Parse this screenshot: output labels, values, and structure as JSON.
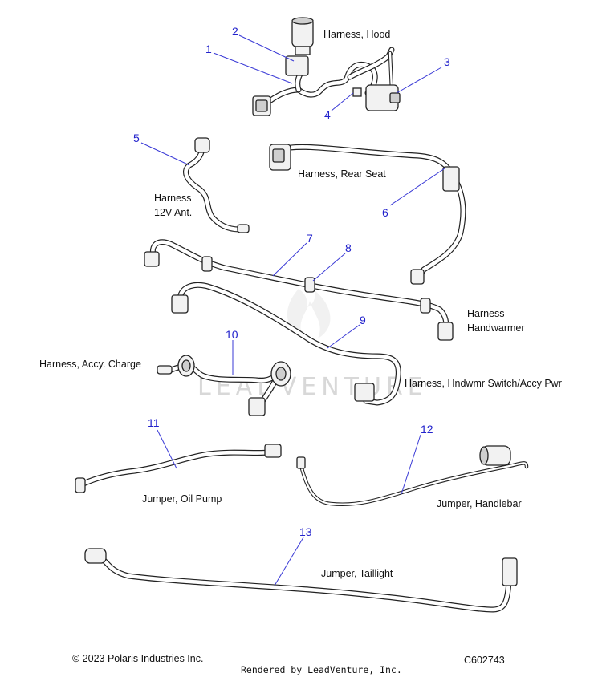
{
  "callouts": [
    "1",
    "2",
    "3",
    "4",
    "5",
    "6",
    "7",
    "8",
    "9",
    "10",
    "11",
    "12",
    "13"
  ],
  "labels": {
    "harness_hood": "Harness, Hood",
    "harness_12v_line1": "Harness",
    "harness_12v_line2": "12V Ant.",
    "harness_rear_seat": "Harness, Rear Seat",
    "harness_handwarmer_line1": "Harness",
    "harness_handwarmer_line2": "Handwarmer",
    "harness_accy_charge": "Harness, Accy. Charge",
    "harness_hndwmr_switch": "Harness, Hndwmr Switch/Accy Pwr",
    "jumper_oil_pump": "Jumper, Oil Pump",
    "jumper_handlebar": "Jumper, Handlebar",
    "jumper_taillight": "Jumper, Taillight"
  },
  "watermark": "LEADVENTURE",
  "footer": {
    "copyright": "© 2023 Polaris Industries Inc.",
    "rendered_by": "Rendered by LeadVenture, Inc.",
    "diagram_code": "C602743"
  },
  "colors": {
    "callout": "#2222cc",
    "leader": "#3a3ad6",
    "line": "#222222",
    "watermark": "#d8d8d8"
  }
}
